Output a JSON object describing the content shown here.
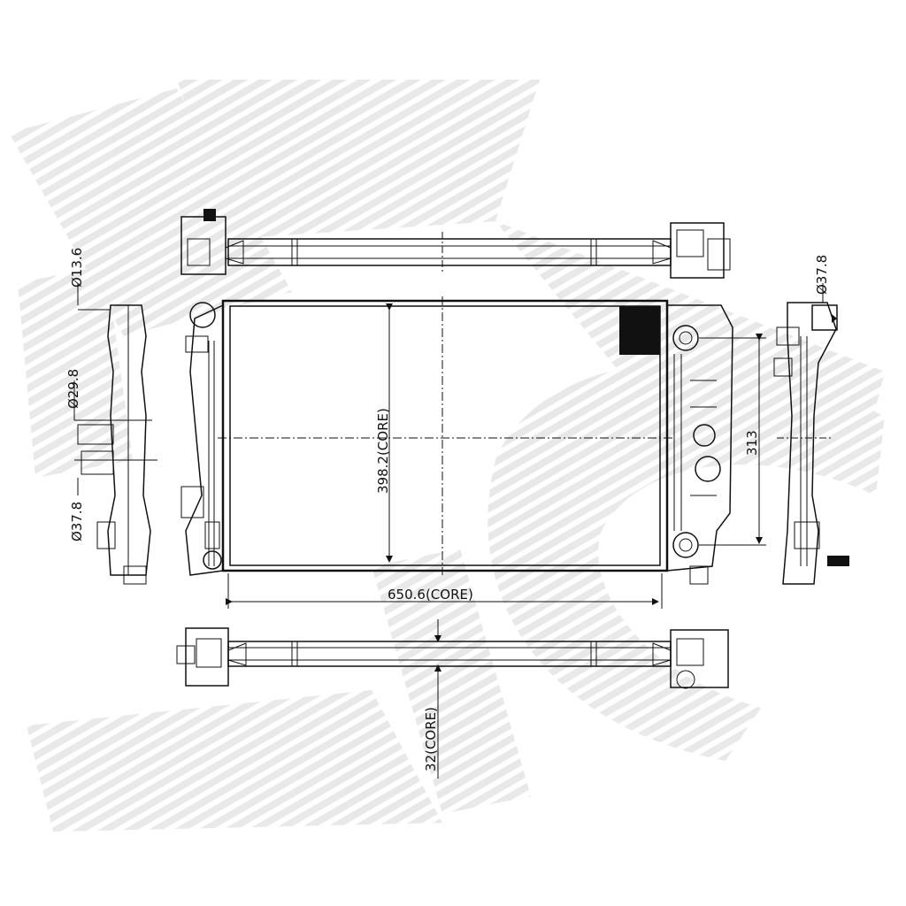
{
  "dimensions": {
    "core_height": "398.2(CORE)",
    "core_width": "650.6(CORE)",
    "core_thickness": "32(CORE)",
    "mount_spacing": "313",
    "left_pipe_upper": "Ø13.6",
    "left_pipe_middle": "Ø29.8",
    "left_pipe_lower": "Ø37.8",
    "right_pipe_upper": "Ø37.8"
  },
  "watermark": {
    "type": "diagonal-stripe logo",
    "color": "#e9e9e9"
  }
}
